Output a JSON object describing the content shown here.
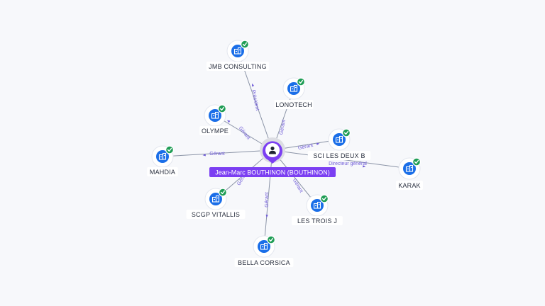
{
  "person": {
    "name": "Jean-Marc BOUTHINON (BOUTHINON)",
    "icon": "person-icon"
  },
  "companies": [
    {
      "name": "JMB CONSULTING",
      "relation": "Président",
      "icon": "building-icon",
      "status": "verified"
    },
    {
      "name": "LONOTECH",
      "relation": "Gérant",
      "icon": "building-icon",
      "status": "verified"
    },
    {
      "name": "OLYMPE",
      "relation": "Gérant",
      "icon": "building-icon",
      "status": "verified"
    },
    {
      "name": "SCI LES DEUX B",
      "relation": "Gérant",
      "icon": "building-icon",
      "status": "verified"
    },
    {
      "name": "KARAK",
      "relation": "Directeur général",
      "icon": "building-icon",
      "status": "verified"
    },
    {
      "name": "MAHDIA",
      "relation": "Gérant",
      "icon": "building-icon",
      "status": "verified"
    },
    {
      "name": "SCGP VITALLIS",
      "relation": "Gérant",
      "icon": "building-icon",
      "status": "verified"
    },
    {
      "name": "LES TROIS J",
      "relation": "Gérant",
      "icon": "building-icon",
      "status": "verified"
    },
    {
      "name": "BELLA CORSICA",
      "relation": "Gérant",
      "icon": "building-icon",
      "status": "verified"
    }
  ],
  "colors": {
    "person_accent": "#7b3ff2",
    "company_node": "#1a6ee8",
    "verified_badge": "#1f9d55",
    "relation_label": "#6f5bd8"
  }
}
